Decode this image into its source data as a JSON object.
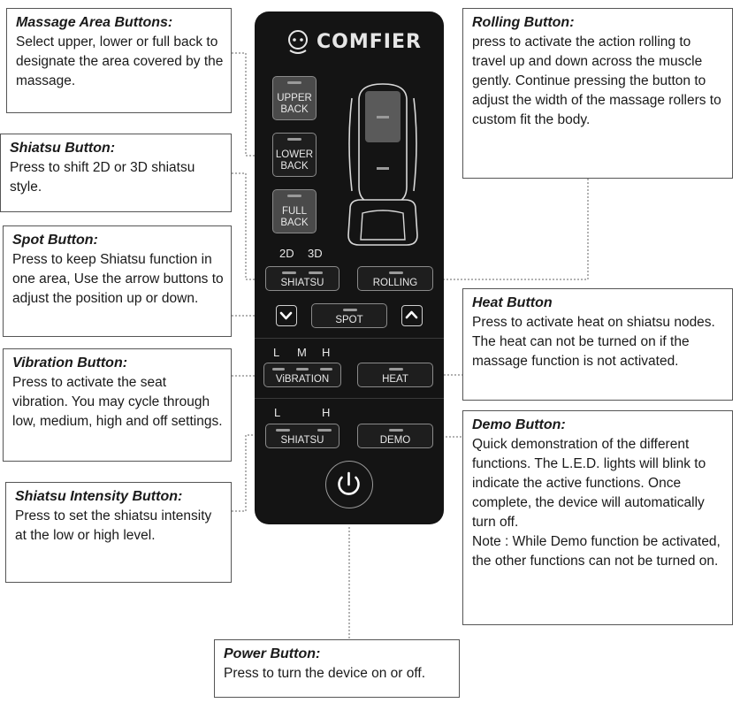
{
  "callouts": {
    "massage_area": {
      "title": "Massage Area Buttons:",
      "text": "Select upper, lower or full back to designate the area covered by the massage."
    },
    "shiatsu": {
      "title": "Shiatsu Button:",
      "text": "Press to shift 2D or 3D shiatsu style."
    },
    "spot": {
      "title": "Spot Button:",
      "text": "Press to keep Shiatsu function in one area, Use the arrow buttons to adjust the position up or down."
    },
    "vibration": {
      "title": "Vibration Button:",
      "text": "Press to activate the seat vibration. You may cycle through low, medium, high and off settings."
    },
    "shiatsu_intensity": {
      "title": "Shiatsu Intensity Button:",
      "text": "Press to set the shiatsu intensity at the low or high level."
    },
    "power": {
      "title": "Power Button:",
      "text": "Press to turn the device on or off."
    },
    "rolling": {
      "title": "Rolling Button:",
      "text": "press to activate the action rolling to travel up and down across the muscle gently. Continue pressing the button to adjust the width of the massage rollers to custom fit the body."
    },
    "heat": {
      "title": "Heat Button",
      "text": "Press to activate heat on shiatsu nodes. The heat can not be turned on if the massage function is not activated."
    },
    "demo": {
      "title": "Demo Button:",
      "text": "Quick demonstration of the different functions. The L.E.D. lights will blink to indicate the active functions. Once complete, the device will automatically turn off.",
      "note": "Note : While Demo function be activated, the other functions can not be turned on."
    }
  },
  "remote": {
    "brand": "COMFIER",
    "upper_back_line1": "UPPER",
    "upper_back_line2": "BACK",
    "lower_back_line1": "LOWER",
    "lower_back_line2": "BACK",
    "full_back_line1": "FULL",
    "full_back_line2": "BACK",
    "label_2d": "2D",
    "label_3d": "3D",
    "shiatsu_label": "SHIATSU",
    "rolling_label": "ROLLING",
    "spot_label": "SPOT",
    "vib_l": "L",
    "vib_m": "M",
    "vib_h": "H",
    "vibration_label": "ViBRATION",
    "heat_label": "HEAT",
    "int_l": "L",
    "int_h": "H",
    "shiatsu2_label": "SHIATSU",
    "demo_label": "DEMO"
  },
  "colors": {
    "remote_body": "#141414",
    "button_lit": "#4a4a4a",
    "led": "#9a9a9a"
  }
}
